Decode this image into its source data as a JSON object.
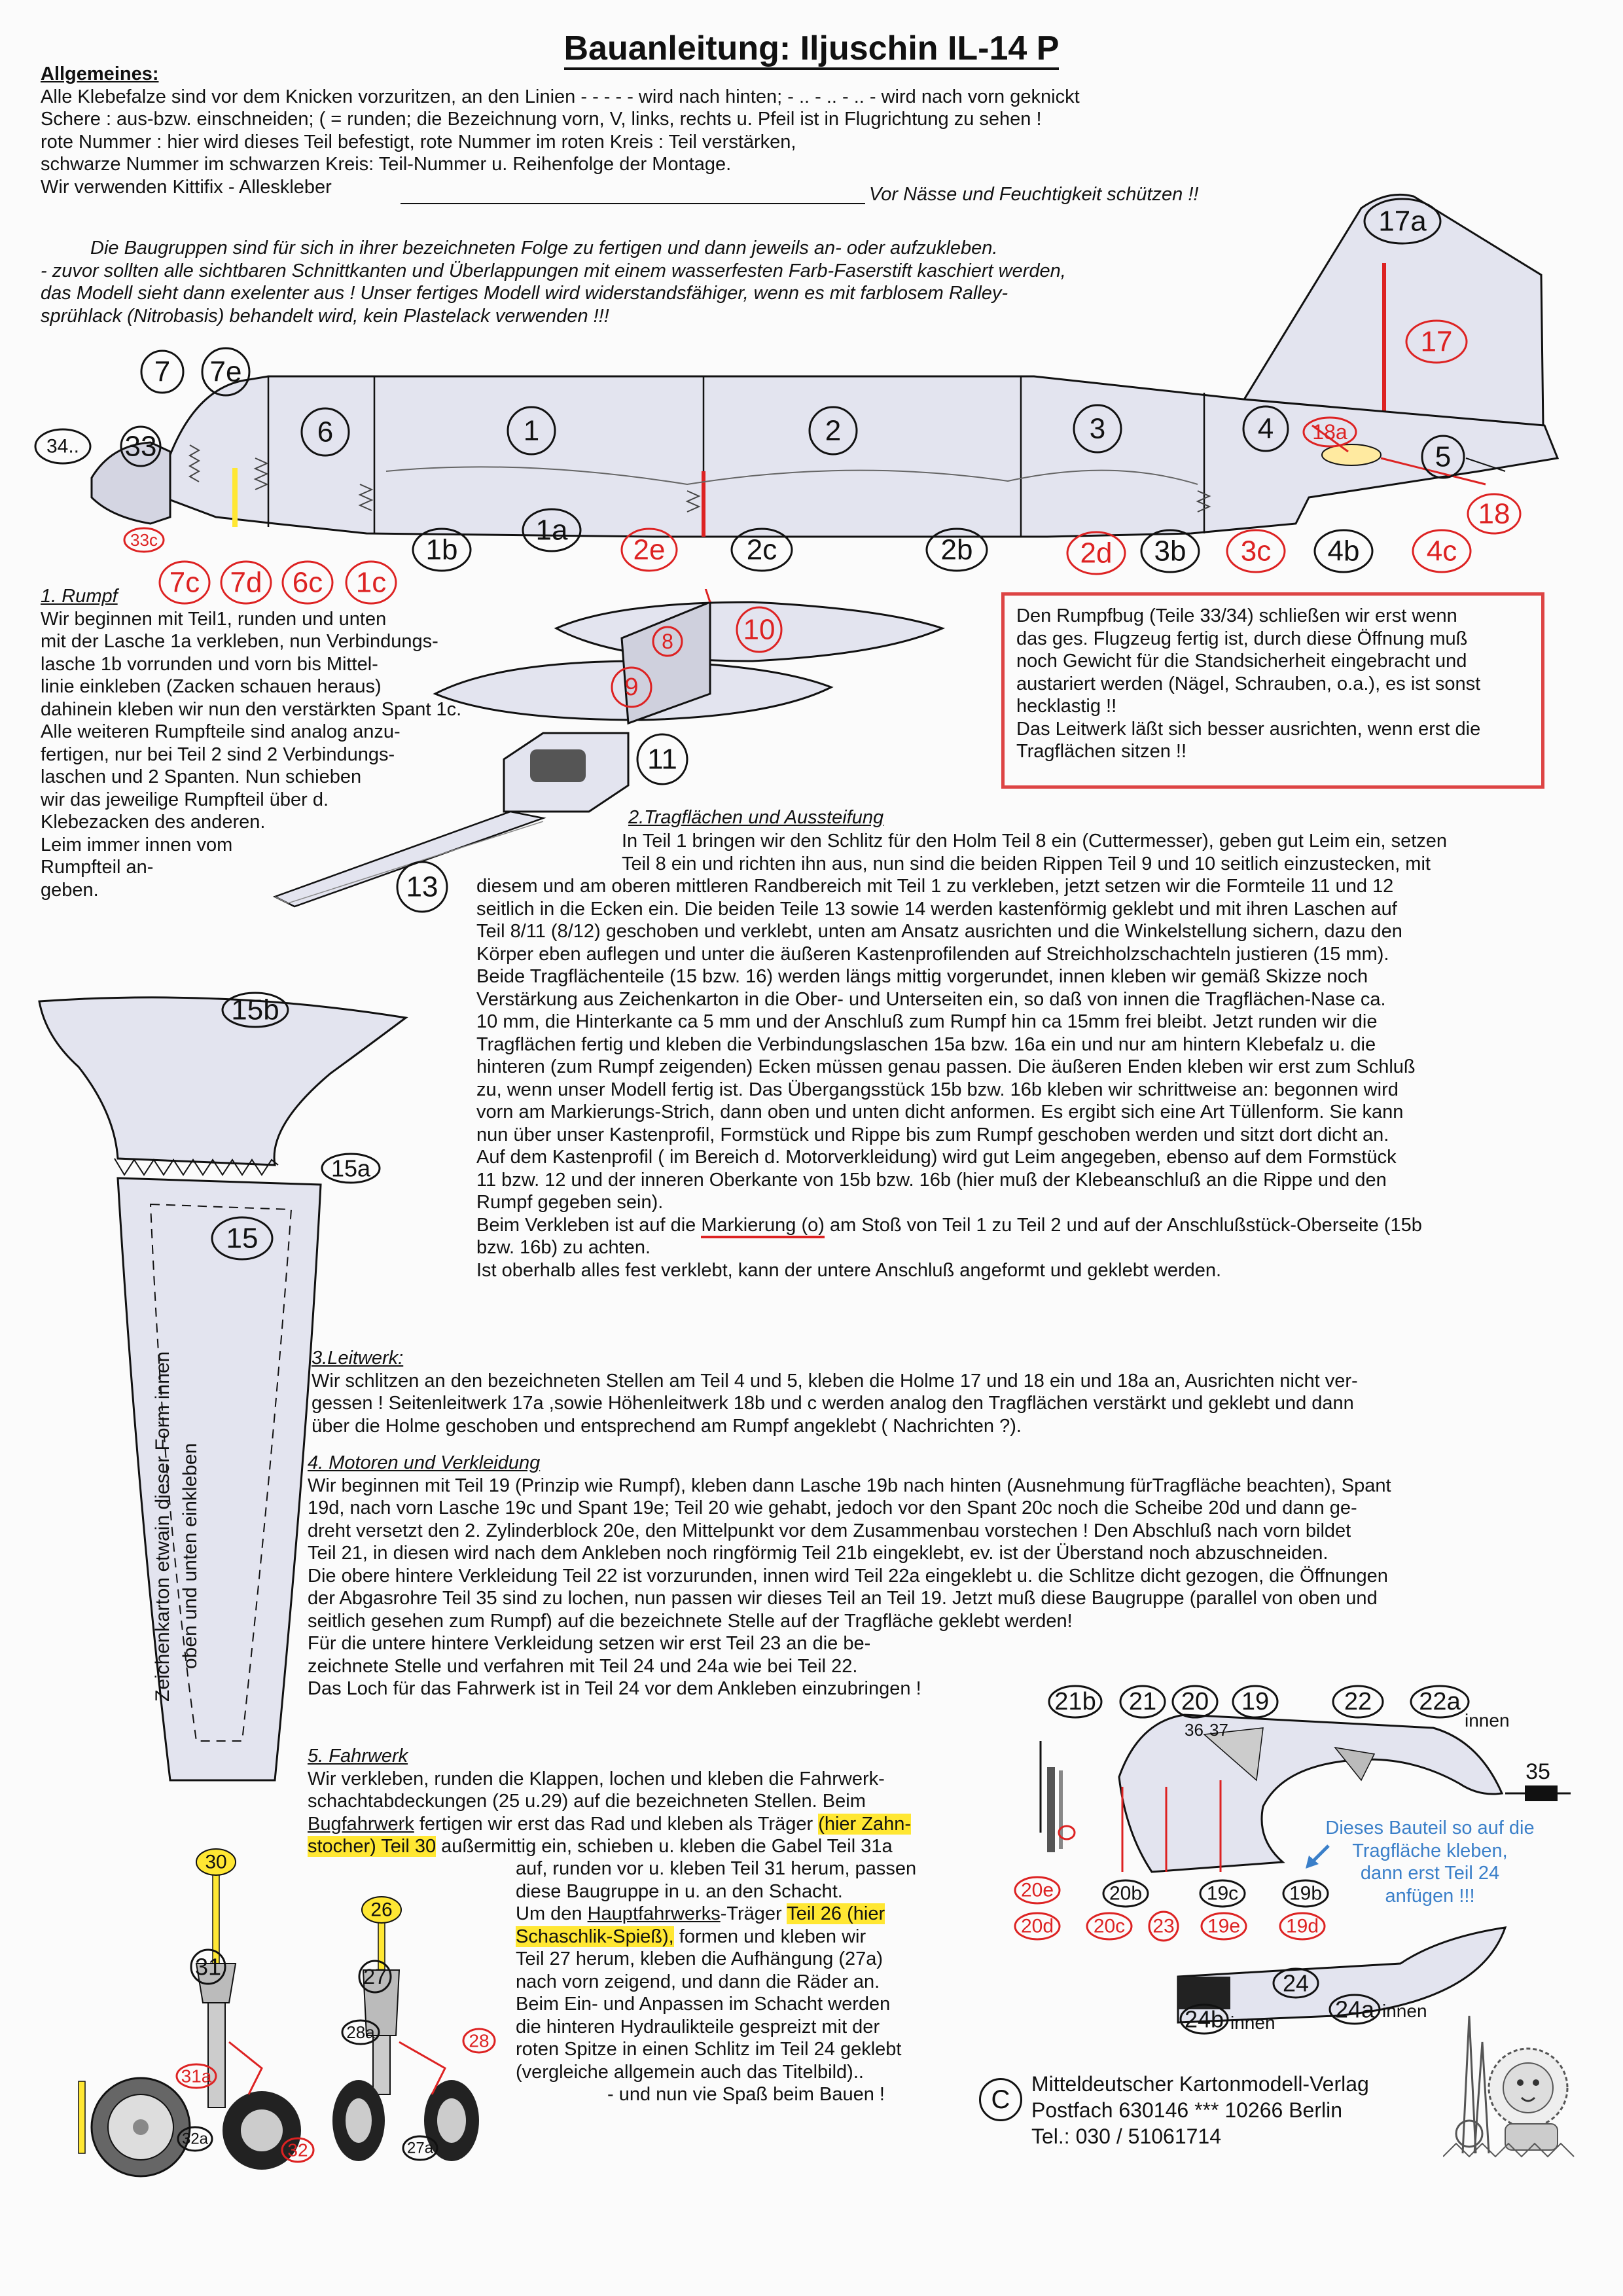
{
  "title": "Bauanleitung:  Iljuschin IL-14 P",
  "general": {
    "heading": "Allgemeines:",
    "lines": [
      "Alle Klebefalze sind vor dem Knicken vorzuritzen, an den Linien - - - - - wird nach hinten; - .. - .. - .. - wird nach vorn geknickt",
      "Schere : aus-bzw. einschneiden; ( = runden; die Bezeichnung vorn, V, links, rechts u. Pfeil ist  in Flugrichtung zu sehen !",
      "rote Nummer : hier wird dieses Teil befestigt, rote Nummer  im roten Kreis : Teil verstärken,",
      "schwarze Nummer  im schwarzen Kreis: Teil-Nummer u. Reihenfolge der Montage.",
      "Wir verwenden Kittifix - Alleskleber"
    ],
    "warning": "Vor Nässe und Feuchtigkeit schützen !!"
  },
  "intro": [
    "Die Baugruppen sind  für sich in ihrer bezeichneten Folge zu fertigen und dann jeweils an- oder aufzukleben.",
    "- zuvor sollten alle sichtbaren Schnittkanten und Überlappungen mit einem wasserfesten Farb-Faserstift kaschiert werden,",
    "  das Modell sieht dann exelenter aus ! Unser fertiges Modell wird widerstandsfähiger, wenn es mit farblosem Ralley-",
    "sprühlack (Nitrobasis) behandelt wird, kein Plastelack verwenden !!!"
  ],
  "fuselage_labels": {
    "black": [
      "34..",
      "33",
      "7",
      "7e",
      "6",
      "1",
      "2",
      "3",
      "4",
      "5",
      "17a",
      "1a",
      "1b",
      "2c",
      "2b",
      "3b",
      "4b"
    ],
    "red": [
      "33c",
      "7c",
      "7d",
      "6c",
      "1c",
      "2e",
      "2d",
      "3c",
      "4c",
      "17",
      "18a",
      "18"
    ]
  },
  "wing_labels": [
    "10",
    "8",
    "9",
    "11",
    "13",
    "15b",
    "15a",
    "15"
  ],
  "wing_side_note": "Zeichenkarton etwain dieser Form innen oben und unten einkleben",
  "box_note": [
    "Den Rumpfbug  (Teile 33/34) schließen wir erst wenn",
    "das ges. Flugzeug fertig ist, durch diese Öffnung muß",
    "noch Gewicht für die Standsicherheit eingebracht und",
    "austariert  werden (Nägel, Schrauben, o.a.), es ist sonst",
    "hecklastig !!",
    "Das Leitwerk läßt sich besser ausrichten, wenn erst die",
    "Tragflächen sitzen !!"
  ],
  "s1": {
    "heading": "1. Rumpf",
    "lines": [
      "Wir beginnen mit Teil1, runden und unten",
      "mit der Lasche 1a verkleben, nun Verbindungs-",
      "lasche 1b vorrunden und vorn bis Mittel-",
      "linie einkleben (Zacken schauen heraus)",
      "dahinein kleben wir nun den verstärkten Spant 1c.",
      "Alle weiteren Rumpfteile sind analog anzu-",
      "fertigen, nur bei Teil 2 sind 2 Verbindungs-",
      "laschen und 2  Spanten. Nun schieben",
      "wir das jeweilige Rumpfteil über d.",
      "Klebezacken des anderen.",
      "Leim immer innen vom",
      "Rumpfteil an-",
      "geben."
    ]
  },
  "s2": {
    "heading": "2.Tragflächen und Aussteifung",
    "lines": [
      "In Teil 1 bringen wir den Schlitz für den Holm Teil 8 ein (Cuttermesser), geben gut Leim ein, setzen",
      "Teil 8 ein und richten ihn aus, nun sind die beiden Rippen Teil 9 und 10 seitlich einzustecken, mit",
      "diesem und am oberen mittleren Randbereich mit Teil 1 zu verkleben, jetzt  setzen wir die Formteile 11 und 12",
      "seitlich in die Ecken ein. Die  beiden Teile 13 sowie 14 werden kastenförmig geklebt und mit ihren Laschen auf",
      "Teil 8/11 (8/12) geschoben und verklebt, unten am Ansatz ausrichten und  die Winkelstellung sichern, dazu den",
      "Körper eben auflegen und unter die äußeren Kastenprofilenden auf Streichholzschachteln justieren (15 mm).",
      "Beide Tragflächenteile (15 bzw. 16) werden längs mittig vorgerundet, innen kleben wir gemäß Skizze noch",
      "Verstärkung aus Zeichenkarton in die Ober- und Unterseiten ein, so daß von innen die Tragflächen-Nase  ca.",
      "10 mm, die Hinterkante  ca 5 mm und der Anschluß zum Rumpf hin ca 15mm  frei bleibt. Jetzt runden wir die",
      "Tragflächen fertig und kleben die Verbindungslaschen 15a bzw. 16a ein und nur am hintern Klebefalz u. die",
      "hinteren (zum Rumpf zeigenden) Ecken müssen genau passen. Die äußeren Enden kleben wir erst zum Schluß",
      "zu, wenn unser Modell fertig ist. Das Übergangsstück 15b bzw. 16b kleben wir schrittweise an: begonnen wird",
      "vorn am Markierungs-Strich, dann oben und unten dicht anformen. Es ergibt sich eine Art Tüllenform. Sie kann",
      "nun über unser Kastenprofil, Formstück und Rippe bis zum Rumpf geschoben werden und sitzt dort dicht an.",
      "Auf dem Kastenprofil ( im Bereich d. Motorverkleidung) wird gut Leim angegeben, ebenso auf dem Formstück",
      "11 bzw. 12 und der inneren Oberkante von 15b bzw. 16b (hier muß der Klebeanschluß an die Rippe und den",
      "Rumpf gegeben sein)."
    ],
    "mark_pre": "Beim Verkleben ist auf die ",
    "mark_word": "Markierung (o)",
    "mark_post": " am Stoß von Teil 1 zu Teil 2 und auf der Anschlußstück-Oberseite (15b",
    "tail": [
      "bzw. 16b) zu achten.",
      "Ist oberhalb alles fest verklebt, kann der untere Anschluß angeformt und geklebt werden."
    ]
  },
  "s3": {
    "heading": "3.Leitwerk:",
    "lines": [
      "Wir schlitzen an den bezeichneten Stellen am Teil 4 und 5, kleben die Holme 17 und 18 ein und 18a an, Ausrichten nicht ver-",
      "gessen ! Seitenleitwerk 17a ,sowie Höhenleitwerk 18b und c werden analog den Tragflächen verstärkt und geklebt und dann",
      "über die Holme geschoben und entsprechend am Rumpf angeklebt ( Nachrichten ?)."
    ]
  },
  "s4": {
    "heading": "4. Motoren und Verkleidung",
    "lines": [
      "Wir beginnen mit Teil 19 (Prinzip wie Rumpf), kleben dann Lasche 19b nach hinten (Ausnehmung fürTragfläche beachten), Spant",
      "19d, nach vorn Lasche 19c und Spant 19e; Teil 20 wie gehabt, jedoch vor den Spant 20c noch die Scheibe 20d und dann ge-",
      "dreht versetzt den 2. Zylinderblock 20e, den Mittelpunkt vor dem Zusammenbau vorstechen ! Den Abschluß nach vorn bildet",
      "Teil 21, in diesen wird nach dem Ankleben noch ringförmig Teil 21b eingeklebt, ev. ist der Überstand noch abzuschneiden.",
      "Die obere hintere Verkleidung Teil 22 ist vorzurunden, innen wird Teil 22a eingeklebt u. die Schlitze  dicht gezogen, die Öffnungen",
      "der Abgasrohre Teil 35 sind zu lochen, nun passen wir dieses Teil an Teil 19. Jetzt muß diese Baugruppe (parallel von oben und",
      "seitlich gesehen zum Rumpf) auf die bezeichnete Stelle auf der Tragfläche geklebt werden!",
      "Für die untere hintere Verkleidung setzen wir erst Teil 23 an die be-",
      "zeichnete Stelle und verfahren mit Teil 24 und 24a wie bei Teil 22.",
      "Das Loch für das Fahrwerk ist in Teil 24 vor dem Ankleben einzubringen !"
    ]
  },
  "s5": {
    "heading": "5. Fahrwerk",
    "l1": "Wir verkleben, runden die Klappen, lochen und kleben die Fahrwerk-",
    "l2": "schachtabdeckungen (25 u.29) auf die bezeichneten Stellen. Beim",
    "l3a": "Bugfahrwerk",
    "l3b": " fertigen wir erst das Rad und kleben als Träger ",
    "l3c": "(hier Zahn-",
    "l4a": "stocher) Teil 30",
    "l4b": " außermittig ein, schieben u. kleben die Gabel Teil 31a",
    "l5": "auf, runden vor u. kleben Teil 31 herum, passen",
    "l6": "diese Baugruppe in u. an den Schacht.",
    "l7a": "Um den ",
    "l7b": "Hauptfahrwerks",
    "l7c": "-Träger ",
    "l7d": "Teil 26 (hier",
    "l8a": "Schaschlik-Spieß),",
    "l8b": " formen und  kleben wir",
    "rest": [
      "Teil 27 herum, kleben die Aufhängung (27a)",
      "nach vorn zeigend, und dann die Räder an.",
      "Beim Ein- und Anpassen im Schacht werden",
      "die hinteren Hydraulikteile gespreizt mit der",
      "roten Spitze in einen Schlitz im Teil 24 geklebt",
      "(vergleiche allgemein auch das Titelbild).."
    ],
    "closing": "- und nun vie Spaß beim Bauen !"
  },
  "gear_labels": {
    "black": [
      "30",
      "31",
      "32a",
      "26",
      "27",
      "28a",
      "27a"
    ],
    "red": [
      "31a",
      "32",
      "28"
    ]
  },
  "engine_labels": {
    "black": [
      "21b",
      "21",
      "20",
      "19",
      "22",
      "22a",
      "20b",
      "19c",
      "19b",
      "24",
      "24b",
      "24a",
      "35",
      "36",
      "37"
    ],
    "red": [
      "20e",
      "20d",
      "20c",
      "23",
      "19e",
      "19d"
    ],
    "inner": "innen"
  },
  "blue_note": [
    "Dieses Bauteil so auf die",
    "Tragfläche kleben,",
    "dann erst Teil 24",
    "anfügen !!!"
  ],
  "publisher": {
    "symbol": "C",
    "name": "Mitteldeutscher Kartonmodell-Verlag",
    "address": "Postfach 630146 *** 10266 Berlin",
    "phone": "Tel.: 030 / 51061714"
  },
  "colors": {
    "accent_red": "#d22",
    "highlight": "#ffe733",
    "note_blue": "#3a7fc9",
    "part_fill": "#e3e4ef"
  }
}
